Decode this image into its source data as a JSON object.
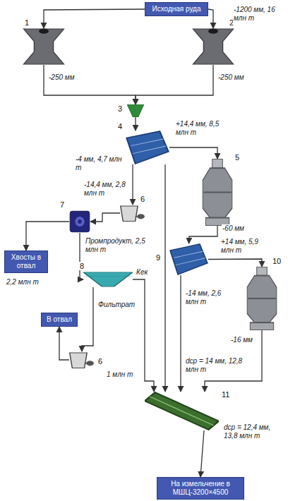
{
  "diagram": {
    "nodes": [
      {
        "text": [
          "Исходная руда"
        ]
      },
      {
        "text": [
          "1"
        ]
      },
      {
        "text": [
          "2"
        ]
      },
      {
        "text": [
          "3"
        ]
      },
      {
        "text": [
          "4"
        ]
      },
      {
        "text": [
          "5"
        ]
      },
      {
        "text": [
          "6"
        ]
      },
      {
        "text": [
          "7"
        ]
      },
      {
        "text": [
          "Хвосты в отвал"
        ]
      },
      {
        "text": [
          "8"
        ]
      },
      {
        "text": [
          "9"
        ]
      },
      {
        "text": [
          "10"
        ]
      },
      {
        "text": [
          "В отвал"
        ]
      },
      {
        "text": [
          "6"
        ]
      },
      {
        "text": [
          "11"
        ]
      },
      {
        "text": [
          "На измельчение в МШЦ-3200×4500"
        ]
      }
    ],
    "edges": [
      {
        "from": 0,
        "to": 1,
        "arrow": "to"
      },
      {
        "from": 0,
        "to": 2,
        "arrow": "to"
      },
      {
        "from": 1,
        "to": 3,
        "arrow": "to"
      },
      {
        "from": 2,
        "to": 3,
        "arrow": "to"
      },
      {
        "from": 3,
        "to": 4,
        "arrow": "to"
      },
      {
        "from": 4,
        "to": 5,
        "arrow": "to"
      },
      {
        "from": 4,
        "to": 6,
        "arrow": "to"
      },
      {
        "from": 4,
        "to": 14,
        "arrow": "to"
      },
      {
        "from": 6,
        "to": 7,
        "arrow": "to"
      },
      {
        "from": 7,
        "to": 8,
        "arrow": "to"
      },
      {
        "from": 7,
        "to": 9,
        "arrow": "to"
      },
      {
        "from": 9,
        "to": 13,
        "arrow": "to"
      },
      {
        "from": 13,
        "to": 12,
        "arrow": "to"
      },
      {
        "from": 9,
        "to": 14,
        "arrow": "to"
      },
      {
        "from": 5,
        "to": 10,
        "arrow": "to"
      },
      {
        "from": 10,
        "to": 11,
        "arrow": "to"
      },
      {
        "from": 10,
        "to": 14,
        "arrow": "to"
      },
      {
        "from": 11,
        "to": 14,
        "arrow": "to"
      },
      {
        "from": 14,
        "to": 15,
        "arrow": "to"
      }
    ],
    "labels": [
      "-1200 мм, 16 млн т",
      "-250 мм",
      "-250 мм",
      "+14,4 мм, 8,5 млн т",
      "-4 мм, 4,7 млн т",
      "-14,4 мм, 2,8 млн т",
      "-60 мм",
      "+14 мм, 5,9 млн т",
      "-14 мм, 2,6 млн т",
      "-16 мм",
      "2,2 млн т",
      "Промпродукт, 2,5 млн т",
      "Кек",
      "Фильтрат",
      "1 млн т",
      "dср = 14 мм, 12,8 млн т",
      "dср = 12,4 мм, 13,8 млн т"
    ]
  }
}
